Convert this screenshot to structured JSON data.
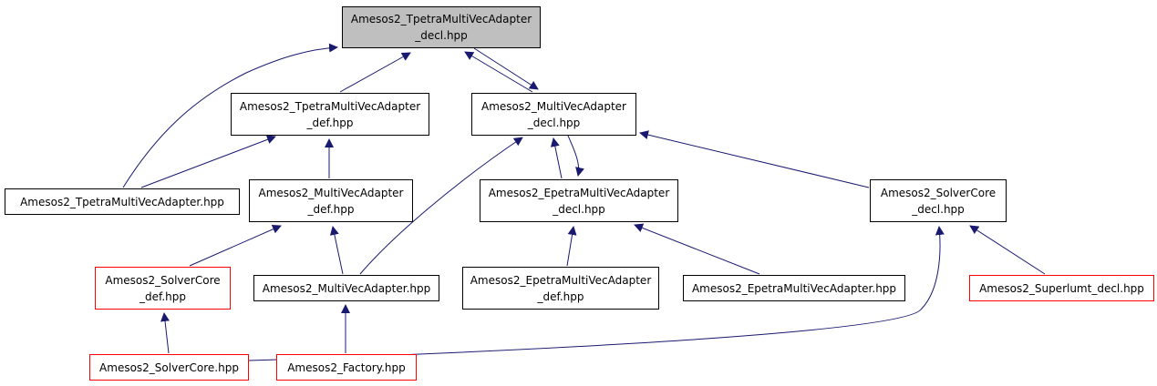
{
  "diagram": {
    "colors": {
      "edge": "#191970",
      "node_border": "#000000",
      "node_border_red": "#ff0000",
      "root_fill": "#bfbfbf"
    },
    "nodes": {
      "root": {
        "line1": "Amesos2_TpetraMultiVecAdapter",
        "line2": "_decl.hpp",
        "border": "black",
        "fill": "gray"
      },
      "tpetra_def": {
        "line1": "Amesos2_TpetraMultiVecAdapter",
        "line2": "_def.hpp",
        "border": "black"
      },
      "mv_decl": {
        "line1": "Amesos2_MultiVecAdapter",
        "line2": "_decl.hpp",
        "border": "black"
      },
      "tpetra_hpp": {
        "line1": "Amesos2_TpetraMultiVecAdapter.hpp",
        "line2": "",
        "border": "black"
      },
      "mv_def": {
        "line1": "Amesos2_MultiVecAdapter",
        "line2": "_def.hpp",
        "border": "black"
      },
      "epetra_decl": {
        "line1": "Amesos2_EpetraMultiVecAdapter",
        "line2": "_decl.hpp",
        "border": "black"
      },
      "solvercore_decl": {
        "line1": "Amesos2_SolverCore",
        "line2": "_decl.hpp",
        "border": "black"
      },
      "solvercore_def": {
        "line1": "Amesos2_SolverCore",
        "line2": "_def.hpp",
        "border": "red"
      },
      "mv_hpp": {
        "line1": "Amesos2_MultiVecAdapter.hpp",
        "line2": "",
        "border": "black"
      },
      "epetra_def": {
        "line1": "Amesos2_EpetraMultiVecAdapter",
        "line2": "_def.hpp",
        "border": "black"
      },
      "epetra_hpp": {
        "line1": "Amesos2_EpetraMultiVecAdapter.hpp",
        "line2": "",
        "border": "black"
      },
      "superlumt_decl": {
        "line1": "Amesos2_Superlumt_decl.hpp",
        "line2": "",
        "border": "red"
      },
      "solvercore_hpp": {
        "line1": "Amesos2_SolverCore.hpp",
        "line2": "",
        "border": "red"
      },
      "factory_hpp": {
        "line1": "Amesos2_Factory.hpp",
        "line2": "",
        "border": "red"
      }
    },
    "edges": [
      {
        "from": "tpetra_def",
        "to": "root"
      },
      {
        "from": "tpetra_hpp",
        "to": "root"
      },
      {
        "from": "mv_decl",
        "to": "root"
      },
      {
        "from": "root",
        "to": "mv_decl"
      },
      {
        "from": "tpetra_hpp",
        "to": "tpetra_def"
      },
      {
        "from": "mv_def",
        "to": "tpetra_def"
      },
      {
        "from": "epetra_decl",
        "to": "mv_decl"
      },
      {
        "from": "mv_decl",
        "to": "epetra_decl"
      },
      {
        "from": "mv_hpp",
        "to": "mv_decl"
      },
      {
        "from": "solvercore_decl",
        "to": "mv_decl"
      },
      {
        "from": "solvercore_def",
        "to": "mv_def"
      },
      {
        "from": "mv_hpp",
        "to": "mv_def"
      },
      {
        "from": "epetra_def",
        "to": "epetra_decl"
      },
      {
        "from": "epetra_hpp",
        "to": "epetra_decl"
      },
      {
        "from": "superlumt_decl",
        "to": "solvercore_decl"
      },
      {
        "from": "solvercore_hpp",
        "to": "solvercore_decl"
      },
      {
        "from": "solvercore_hpp",
        "to": "solvercore_def"
      },
      {
        "from": "factory_hpp",
        "to": "mv_hpp"
      }
    ]
  }
}
